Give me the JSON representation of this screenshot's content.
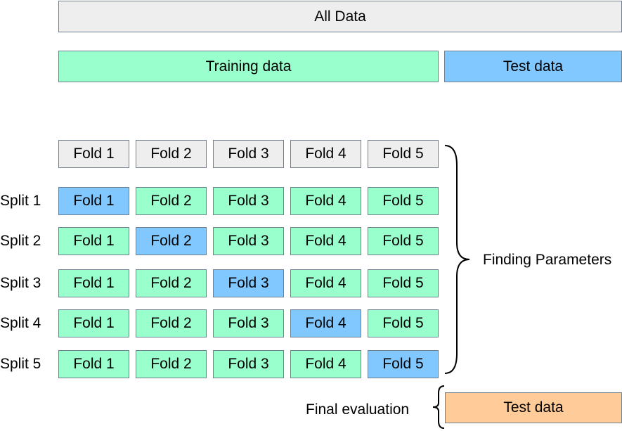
{
  "all_data": "All Data",
  "training_data": "Training data",
  "test_data": "Test data",
  "header_folds": [
    "Fold 1",
    "Fold 2",
    "Fold 3",
    "Fold 4",
    "Fold 5"
  ],
  "splits": [
    {
      "label": "Split 1",
      "test_fold_index": 0,
      "folds": [
        "Fold 1",
        "Fold 2",
        "Fold 3",
        "Fold 4",
        "Fold 5"
      ]
    },
    {
      "label": "Split 2",
      "test_fold_index": 1,
      "folds": [
        "Fold 1",
        "Fold 2",
        "Fold 3",
        "Fold 4",
        "Fold 5"
      ]
    },
    {
      "label": "Split 3",
      "test_fold_index": 2,
      "folds": [
        "Fold 1",
        "Fold 2",
        "Fold 3",
        "Fold 4",
        "Fold 5"
      ]
    },
    {
      "label": "Split 4",
      "test_fold_index": 3,
      "folds": [
        "Fold 1",
        "Fold 2",
        "Fold 3",
        "Fold 4",
        "Fold 5"
      ]
    },
    {
      "label": "Split 5",
      "test_fold_index": 4,
      "folds": [
        "Fold 1",
        "Fold 2",
        "Fold 3",
        "Fold 4",
        "Fold 5"
      ]
    }
  ],
  "finding_parameters": "Finding Parameters",
  "final_evaluation": "Final evaluation",
  "final_test_data": "Test data",
  "colors": {
    "gray": "#eeeeee",
    "green": "#99ffcc",
    "blue": "#80c8ff",
    "orange": "#ffcc99"
  }
}
